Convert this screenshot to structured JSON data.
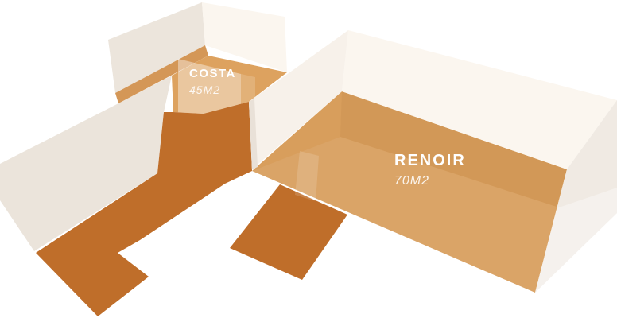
{
  "view": {
    "type": "3d-floorplan-axonometric",
    "background": "#ffffff"
  },
  "rooms": [
    {
      "id": "costa",
      "name": "COSTA",
      "area": "45M2"
    },
    {
      "id": "renoir",
      "name": "RENOIR",
      "area": "70M2"
    }
  ],
  "palette": {
    "background": "#ffffff",
    "corridor": "#bf6e2a",
    "renoir_floor": "#d89e5c",
    "costa_floor": "#dda25f",
    "floor_edge": "#d49757",
    "wall_brightest": "#fbf6ef",
    "wall_bright": "#f7f1ea",
    "wall_light": "#f0eae3",
    "wall_shaded": "#ebe4db",
    "wall_outer": "#ece5dc",
    "label": "#ffffff"
  }
}
